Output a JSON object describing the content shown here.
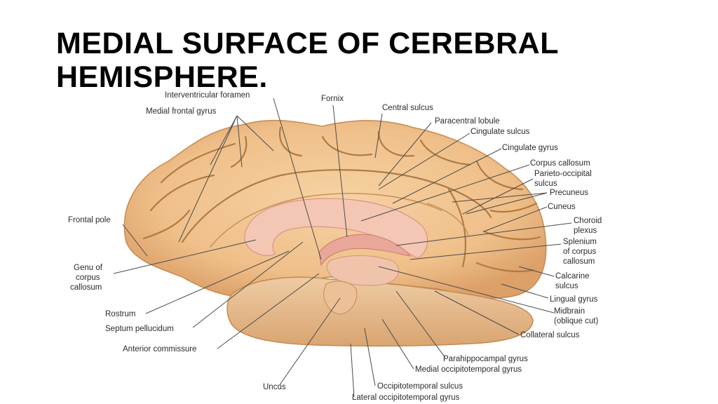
{
  "slide": {
    "title_line1": "MEDIAL SURFACE OF CEREBRAL",
    "title_line2": "HEMISPHERE."
  },
  "colors": {
    "cortex": "#f1c591",
    "cortex_shadow": "#d9a066",
    "corpus_callosum": "#f4c7b4",
    "fornix": "#e9a79a",
    "brainstem": "#e8c19a"
  },
  "labels": {
    "interventricular_foramen": "Interventricular foramen",
    "medial_frontal_gyrus": "Medial frontal gyrus",
    "fornix": "Fornix",
    "central_sulcus": "Central sulcus",
    "paracentral_lobule": "Paracentral lobule",
    "cingulate_sulcus": "Cingulate sulcus",
    "cingulate_gyrus": "Cingulate gyrus",
    "corpus_callosum": "Corpus callosum",
    "parieto_occipital_1": "Parieto-occipital",
    "parieto_occipital_2": "sulcus",
    "precuneus": "Precuneus",
    "cuneus": "Cuneus",
    "choroid_1": "Choroid",
    "choroid_2": "plexus",
    "splenium_1": "Splenium",
    "splenium_2": "of corpus",
    "splenium_3": "callosum",
    "calcarine_1": "Calcarine",
    "calcarine_2": "sulcus",
    "lingual_gyrus": "Lingual gyrus",
    "midbrain_1": "Midbrain",
    "midbrain_2": "(oblique cut)",
    "collateral_sulcus": "Collateral sulcus",
    "parahippocampal_gyrus": "Parahippocampal gyrus",
    "medial_occipitotemporal_gyrus": "Medial occipitotemporal gyrus",
    "occipitotemporal_sulcus": "Occipitotemporal sulcus",
    "lateral_occipitotemporal_gyrus": "Lateral occipitotemporal gyrus",
    "uncus": "Uncus",
    "anterior_commissure": "Anterior commissure",
    "septum_pellucidum": "Septum pellucidum",
    "rostrum": "Rostrum",
    "genu_1": "Genu of",
    "genu_2": "corpus",
    "genu_3": "callosum",
    "frontal_pole": "Frontal pole"
  }
}
